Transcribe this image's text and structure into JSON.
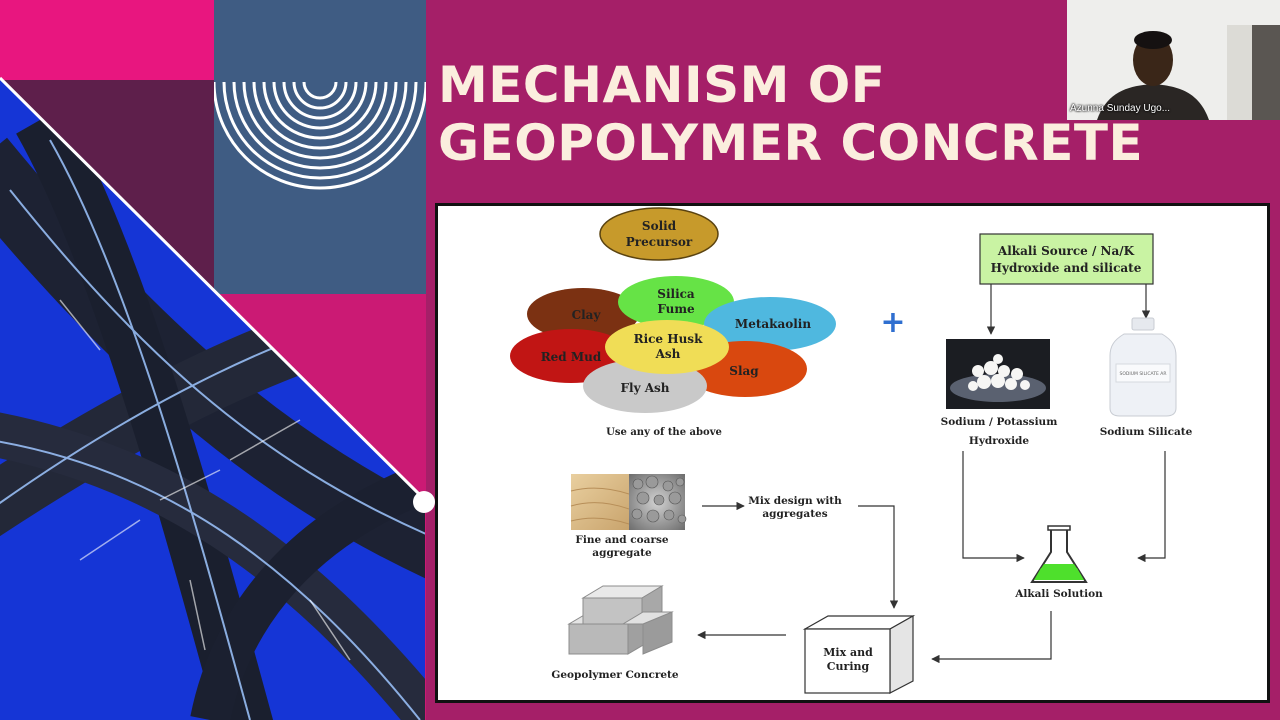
{
  "slide": {
    "title_line1": "MECHANISM OF",
    "title_line2": "GEOPOLYMER CONCRETE"
  },
  "video": {
    "participant_name": "Azunna Sunday Ugo..."
  },
  "diagram": {
    "precursor_header": [
      "Solid",
      "Precursor"
    ],
    "precursors": {
      "clay": "Clay",
      "silica_fume": [
        "Silica",
        "Fume"
      ],
      "metakaolin": "Metakaolin",
      "rice_husk_ash": [
        "Rice Husk",
        "Ash"
      ],
      "red_mud": "Red Mud",
      "slag": "Slag",
      "fly_ash": "Fly Ash"
    },
    "use_any": "Use any of the above",
    "plus": "+",
    "alkali_source": [
      "Alkali Source / Na/K",
      "Hydroxide and silicate"
    ],
    "bottle_label": "SODIUM SILICATE AR",
    "hydroxide": [
      "Sodium / Potassium",
      "Hydroxide"
    ],
    "sodium_silicate": "Sodium Silicate",
    "aggregate": [
      "Fine and coarse",
      "aggregate"
    ],
    "mix_design": [
      "Mix design with",
      "aggregates"
    ],
    "alkali_solution": "Alkali Solution",
    "mix_curing": [
      "Mix and",
      "Curing"
    ],
    "geopolymer_concrete": "Geopolymer Concrete"
  },
  "colors": {
    "background": "#a51f68",
    "title": "#fbeede",
    "accent_pink": "#e8167f",
    "accent_blue": "#3f5c83"
  }
}
